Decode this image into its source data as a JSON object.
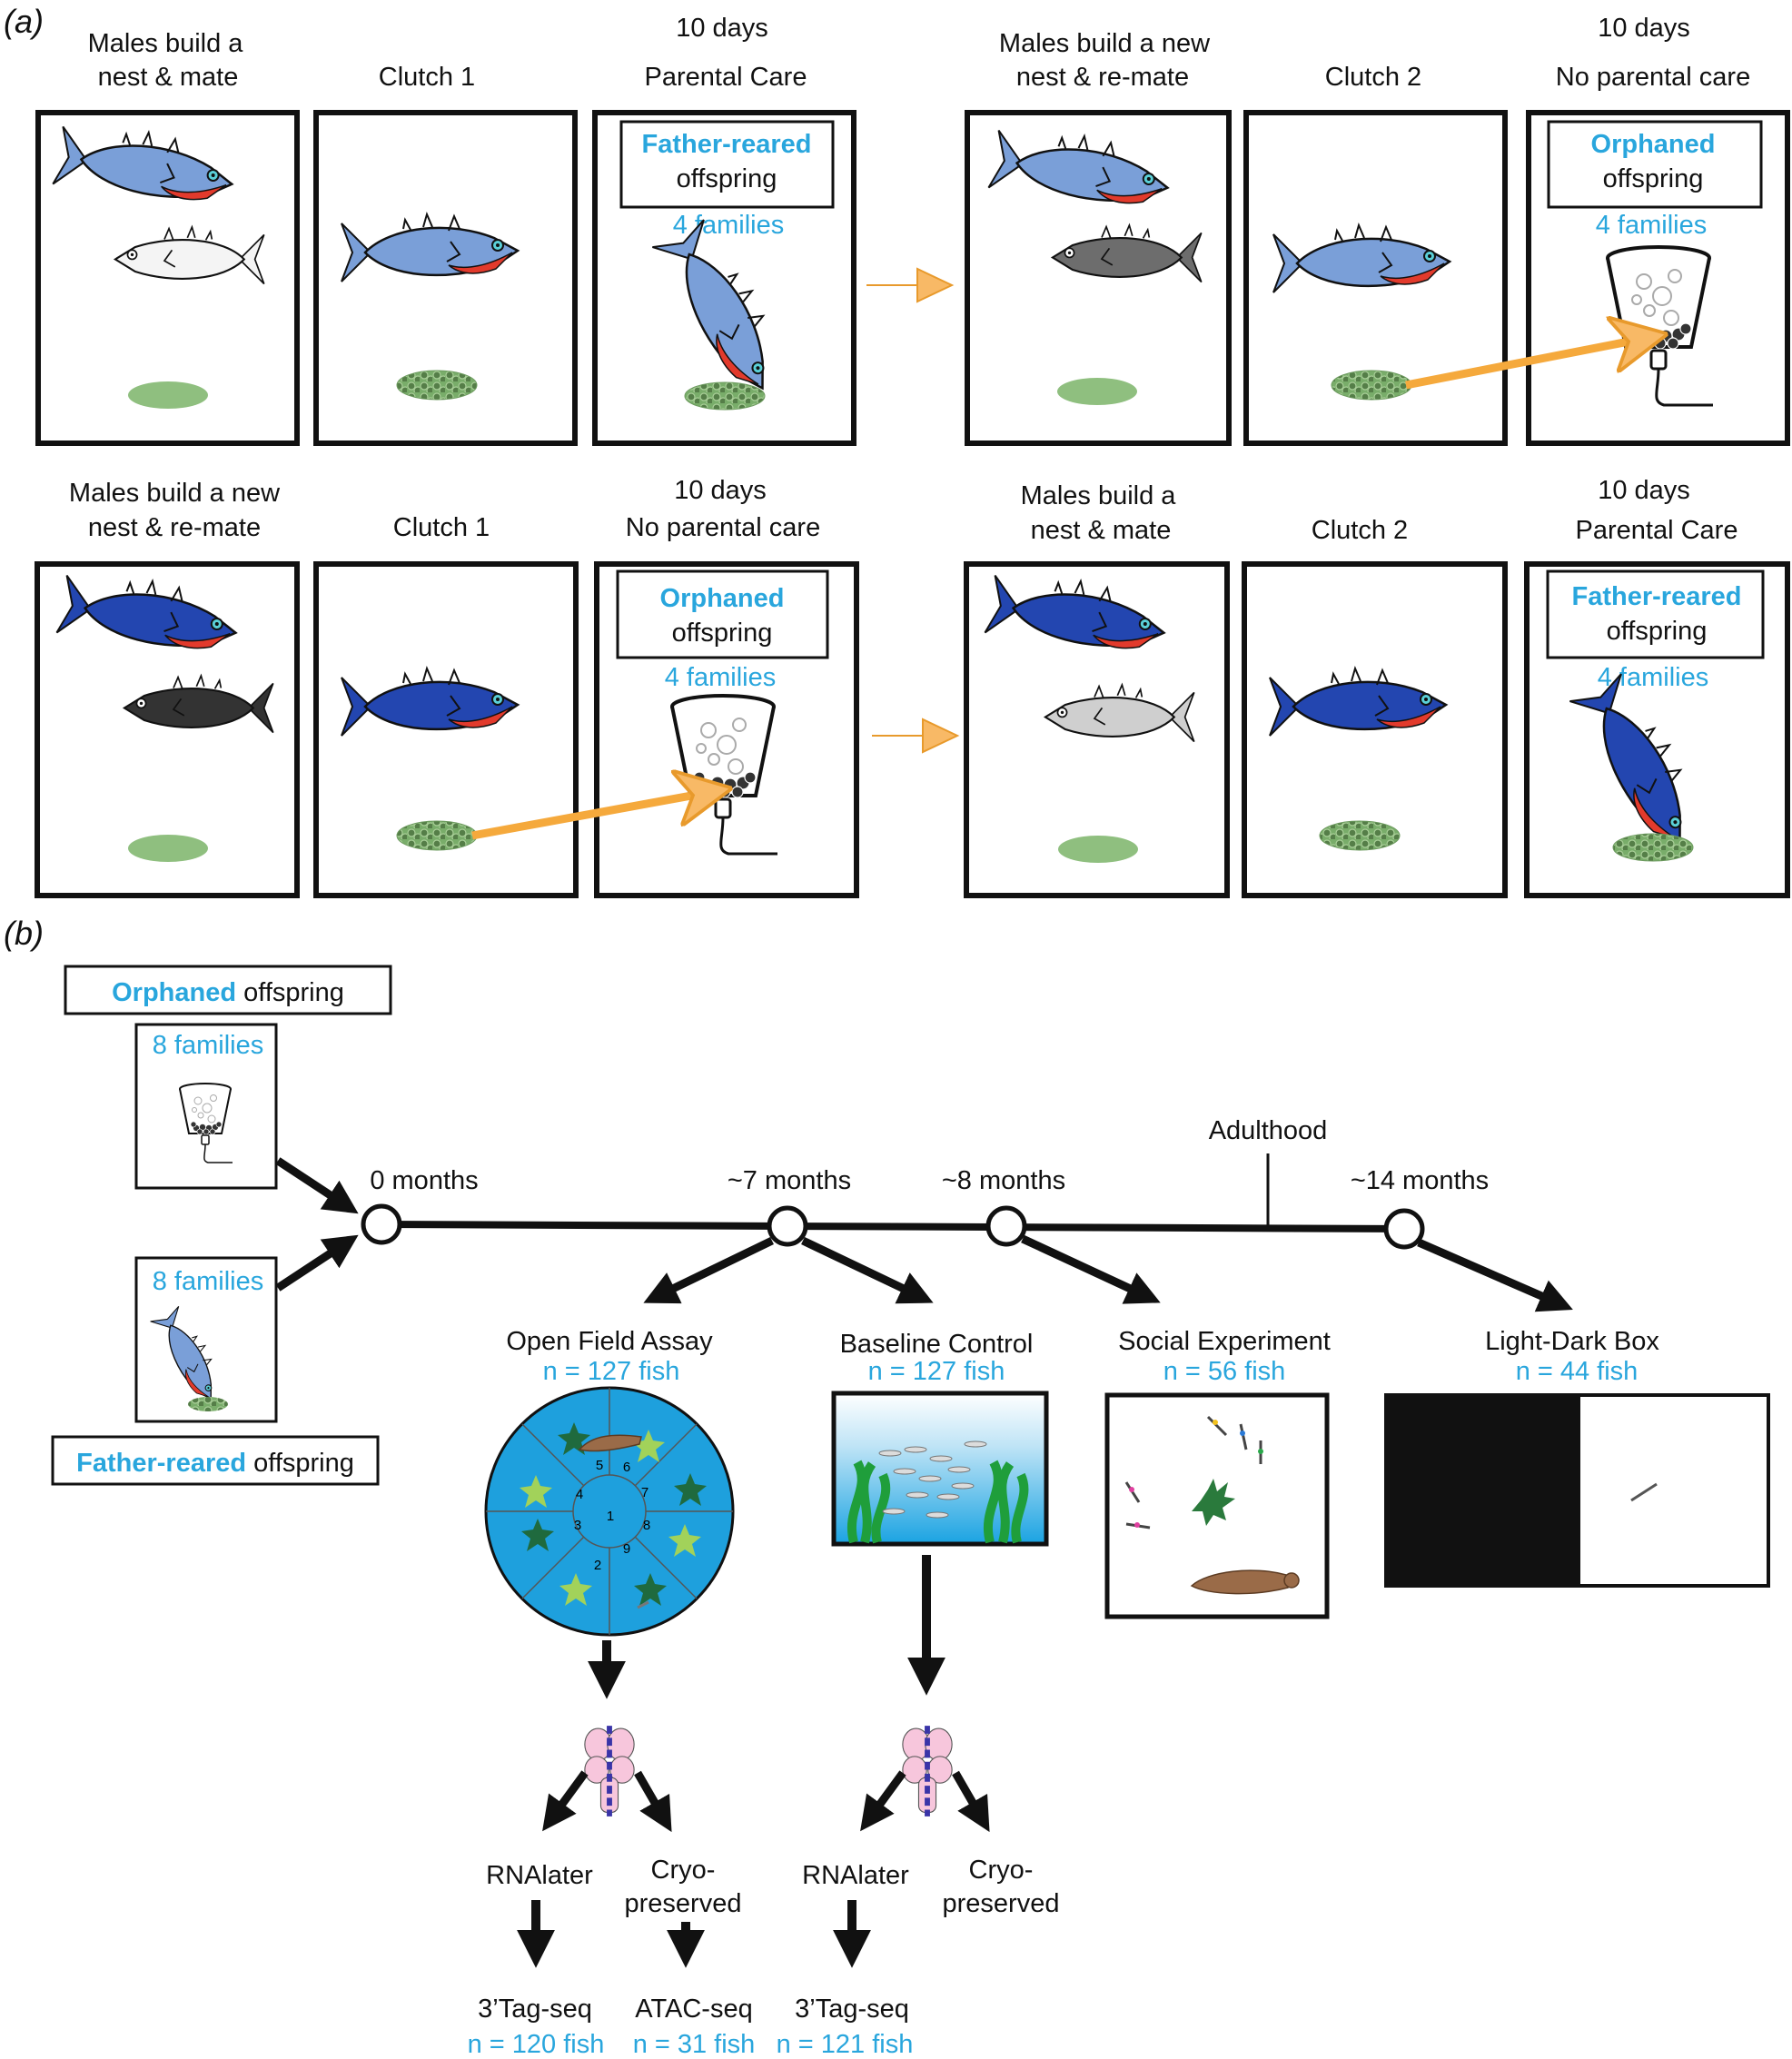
{
  "colors": {
    "accent_text": "#29a6dd",
    "fish_light_blue": "#7a9fd8",
    "fish_dark_blue": "#2346b0",
    "fish_red": "#e23a2c",
    "nest_green": "#8fbf7f",
    "arrow_orange": "#f5a93c",
    "tank_blue": "#2aa7e0"
  },
  "panel_a": {
    "label": "(a)",
    "rows": [
      {
        "stages": [
          {
            "lines": [
              "Males build a",
              "nest & mate"
            ]
          },
          {
            "lines": [
              "Clutch 1"
            ]
          },
          {
            "lines": [
              "10 days",
              "Parental Care"
            ],
            "box_title": "Father-reared",
            "box_sub": "offspring",
            "families": "4 families"
          },
          {
            "lines": [
              "Males build a new",
              "nest & re-mate"
            ]
          },
          {
            "lines": [
              "Clutch 2"
            ]
          },
          {
            "lines": [
              "10 days",
              "No parental care"
            ],
            "box_title": "Orphaned",
            "box_sub": "offspring",
            "families": "4 families"
          }
        ]
      },
      {
        "stages": [
          {
            "lines": [
              "Males build a new",
              "nest & re-mate"
            ]
          },
          {
            "lines": [
              "Clutch 1"
            ]
          },
          {
            "lines": [
              "10 days",
              "No parental care"
            ],
            "box_title": "Orphaned",
            "box_sub": "offspring",
            "families": "4 families"
          },
          {
            "lines": [
              "Males build a",
              "nest & mate"
            ]
          },
          {
            "lines": [
              "Clutch 2"
            ]
          },
          {
            "lines": [
              "10 days",
              "Parental Care"
            ],
            "box_title": "Father-reared",
            "box_sub": "offspring",
            "families": "4 families"
          }
        ]
      }
    ]
  },
  "panel_b": {
    "label": "(b)",
    "groups": [
      {
        "title": "Orphaned",
        "suffix": " offspring",
        "families": "8 families"
      },
      {
        "title": "Father-reared",
        "suffix": " offspring",
        "families": "8 families"
      }
    ],
    "timeline": {
      "adulthood": "Adulthood",
      "points": [
        "0 months",
        "~7 months",
        "~8 months",
        "~14 months"
      ]
    },
    "assays": [
      {
        "name": "Open Field Assay",
        "n": "n = 127 fish"
      },
      {
        "name": "Baseline Control",
        "n": "n = 127 fish"
      },
      {
        "name": "Social Experiment",
        "n": "n = 56 fish"
      },
      {
        "name": "Light-Dark Box",
        "n": "n = 44 fish"
      }
    ],
    "zones": [
      "1",
      "2",
      "3",
      "4",
      "5",
      "6",
      "7",
      "8",
      "9"
    ],
    "brain_branches": {
      "rna": "RNAlater",
      "cryo_line1": "Cryo-",
      "cryo_line2": "preserved"
    },
    "sequencing": [
      {
        "name": "3’Tag-seq",
        "n": "n = 120 fish"
      },
      {
        "name": "ATAC-seq",
        "n": "n = 31 fish"
      },
      {
        "name": "3’Tag-seq",
        "n": "n = 121 fish"
      }
    ]
  }
}
